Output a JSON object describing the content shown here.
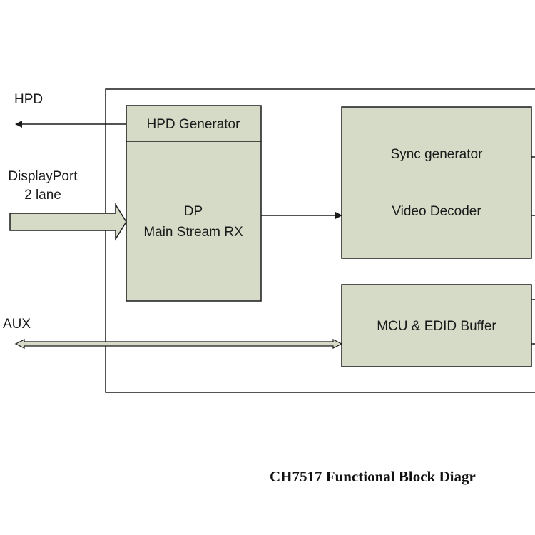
{
  "diagram": {
    "signals": {
      "hpd": "HPD",
      "displayport_line1": "DisplayPort",
      "displayport_line2": "2 lane",
      "aux": "AUX"
    },
    "blocks": {
      "hpd_generator": "HPD Generator",
      "dp_rx_line1": "DP",
      "dp_rx_line2": "Main Stream RX",
      "sync_generator": "Sync generator",
      "video_decoder": "Video Decoder",
      "mcu_edid": "MCU & EDID Buffer"
    },
    "caption": "CH7517 Functional Block Diagr",
    "colors": {
      "block_fill": "#d6dbc8",
      "stroke": "#1a1a1a",
      "background": "#ffffff"
    }
  }
}
